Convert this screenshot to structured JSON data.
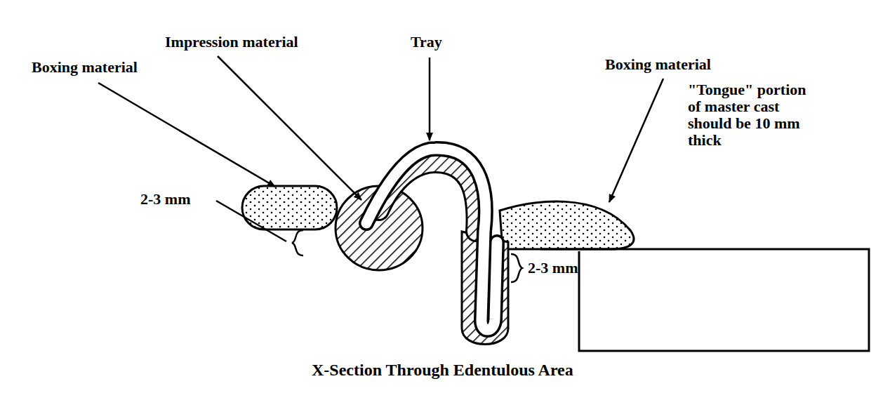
{
  "diagram": {
    "caption": "X-Section Through Edentulous Area",
    "labels": [
      "Boxing material",
      "Impression material",
      "Tray",
      "Boxing material",
      "\"Tongue\" portion of master cast should be 10 mm thick",
      "2-3 mm",
      "2-3 mm"
    ]
  }
}
